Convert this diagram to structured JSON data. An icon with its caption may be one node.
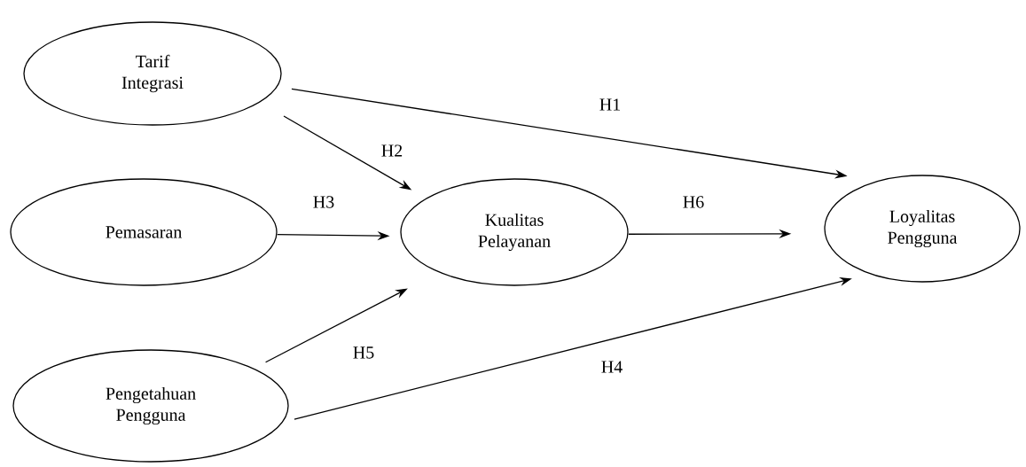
{
  "diagram": {
    "nodes": [
      {
        "text": [
          "Tarif Integrasi"
        ]
      },
      {
        "text": [
          "Pemasaran"
        ]
      },
      {
        "text": [
          "Kualitas Pelayanan"
        ]
      },
      {
        "text": [
          "Loyalitas Pengguna"
        ]
      },
      {
        "text": [
          "Pengetahuan Pengguna"
        ]
      }
    ],
    "edges": [
      {
        "from": 0,
        "to": 3,
        "arrow": "to",
        "label": "H1"
      },
      {
        "from": 0,
        "to": 2,
        "arrow": "to",
        "label": "H2"
      },
      {
        "from": 1,
        "to": 2,
        "arrow": "to",
        "label": "H3"
      },
      {
        "from": 4,
        "to": 3,
        "arrow": "to",
        "label": "H4"
      },
      {
        "from": 4,
        "to": 2,
        "arrow": "to",
        "label": "H5"
      },
      {
        "from": 2,
        "to": 3,
        "arrow": "to",
        "label": "H6"
      }
    ]
  }
}
